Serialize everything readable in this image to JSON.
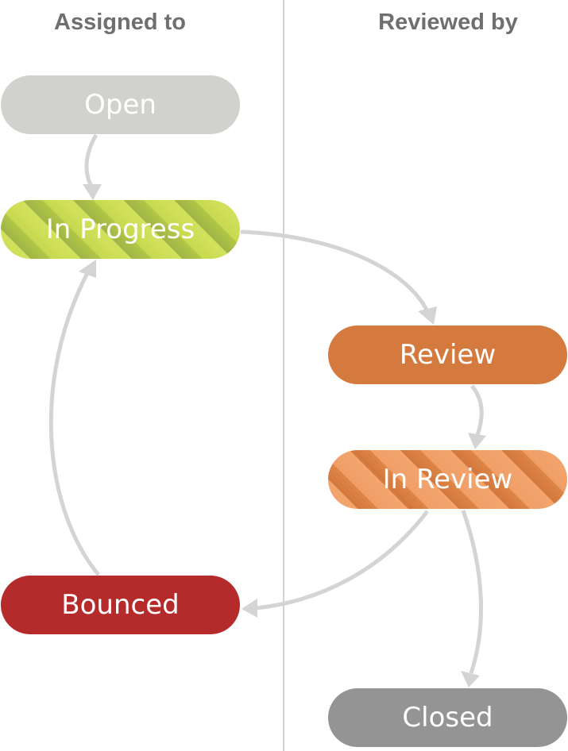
{
  "columns": {
    "left_header": "Assigned to",
    "right_header": "Reviewed by"
  },
  "states": {
    "open": {
      "label": "Open",
      "color": "#d1d1cd"
    },
    "in_progress": {
      "label": "In Progress",
      "color": "#c7d94f"
    },
    "review": {
      "label": "Review",
      "color": "#d47a3f"
    },
    "in_review": {
      "label": "In Review",
      "color": "#ef9f67"
    },
    "bounced": {
      "label": "Bounced",
      "color": "#b52b2b"
    },
    "closed": {
      "label": "Closed",
      "color": "#949494"
    }
  },
  "transitions": [
    {
      "from": "Open",
      "to": "In Progress"
    },
    {
      "from": "In Progress",
      "to": "Review"
    },
    {
      "from": "Review",
      "to": "In Review"
    },
    {
      "from": "In Review",
      "to": "Bounced"
    },
    {
      "from": "In Review",
      "to": "Closed"
    },
    {
      "from": "Bounced",
      "to": "In Progress"
    }
  ],
  "arrow_color": "#d4d4d4"
}
